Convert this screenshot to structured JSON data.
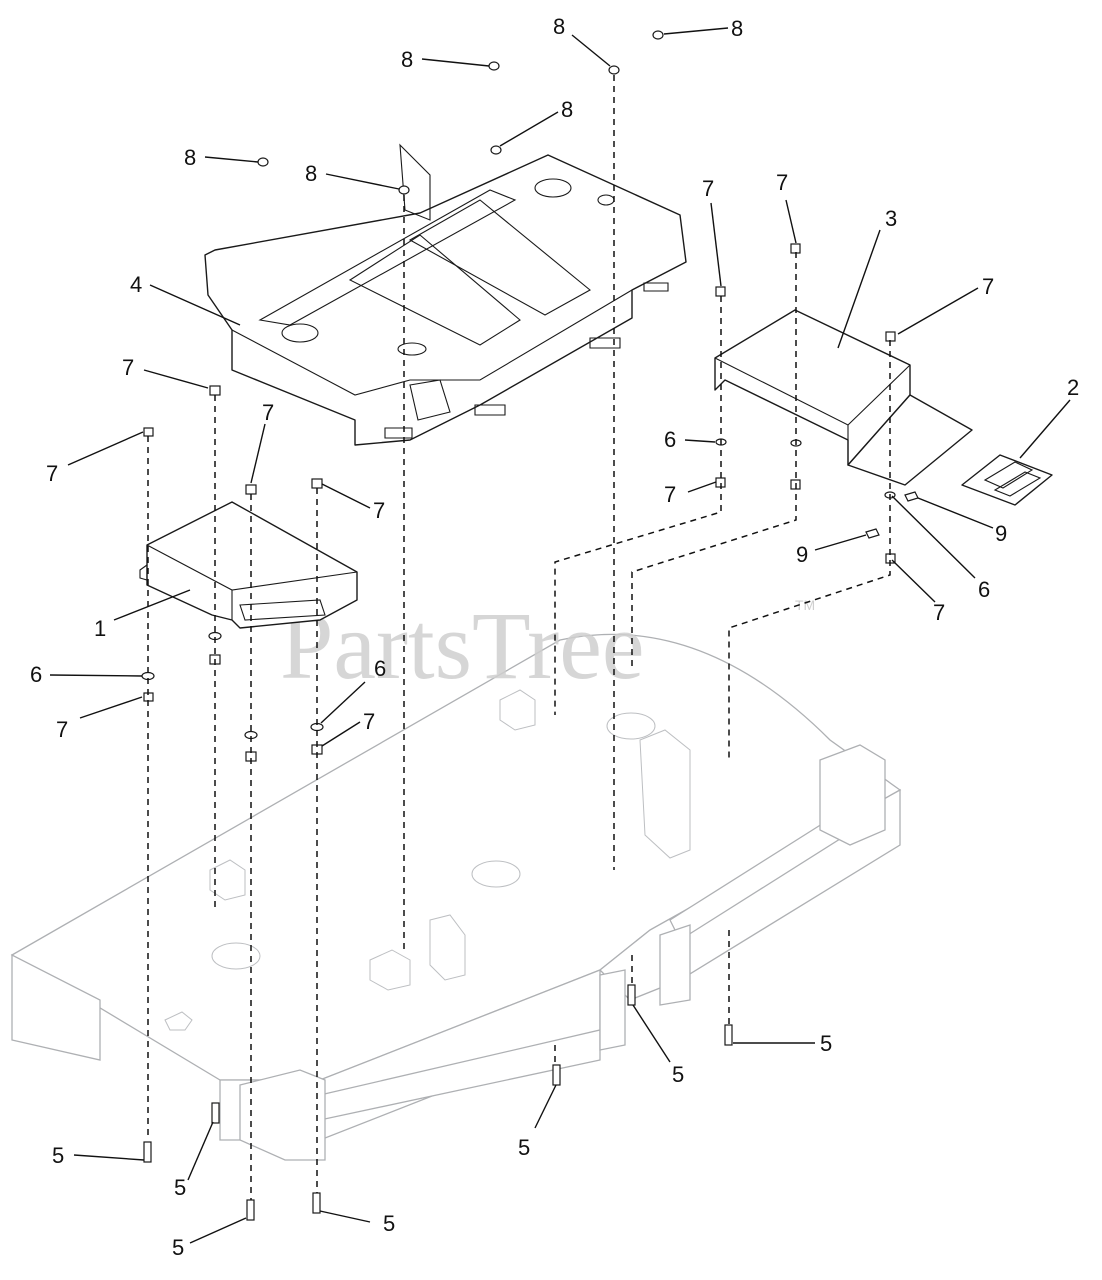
{
  "watermark": {
    "text": "PartsTree",
    "tm": "TM"
  },
  "callouts": [
    {
      "id": "c8a",
      "text": "8"
    },
    {
      "id": "c8b",
      "text": "8"
    },
    {
      "id": "c8c",
      "text": "8"
    },
    {
      "id": "c8d",
      "text": "8"
    },
    {
      "id": "c8e",
      "text": "8"
    },
    {
      "id": "c8f",
      "text": "8"
    },
    {
      "id": "c4",
      "text": "4"
    },
    {
      "id": "c7a",
      "text": "7"
    },
    {
      "id": "c7b",
      "text": "7"
    },
    {
      "id": "c7c",
      "text": "7"
    },
    {
      "id": "c7d",
      "text": "7"
    },
    {
      "id": "c7e",
      "text": "7"
    },
    {
      "id": "c7f",
      "text": "7"
    },
    {
      "id": "c7g",
      "text": "7"
    },
    {
      "id": "c7h",
      "text": "7"
    },
    {
      "id": "c7i",
      "text": "7"
    },
    {
      "id": "c7j",
      "text": "7"
    },
    {
      "id": "c7k",
      "text": "7"
    },
    {
      "id": "c3",
      "text": "3"
    },
    {
      "id": "c2",
      "text": "2"
    },
    {
      "id": "c1",
      "text": "1"
    },
    {
      "id": "c6a",
      "text": "6"
    },
    {
      "id": "c6b",
      "text": "6"
    },
    {
      "id": "c6c",
      "text": "6"
    },
    {
      "id": "c6d",
      "text": "6"
    },
    {
      "id": "c9a",
      "text": "9"
    },
    {
      "id": "c9b",
      "text": "9"
    },
    {
      "id": "c5a",
      "text": "5"
    },
    {
      "id": "c5b",
      "text": "5"
    },
    {
      "id": "c5c",
      "text": "5"
    },
    {
      "id": "c5d",
      "text": "5"
    },
    {
      "id": "c5e",
      "text": "5"
    },
    {
      "id": "c5f",
      "text": "5"
    },
    {
      "id": "c5g",
      "text": "5"
    }
  ]
}
